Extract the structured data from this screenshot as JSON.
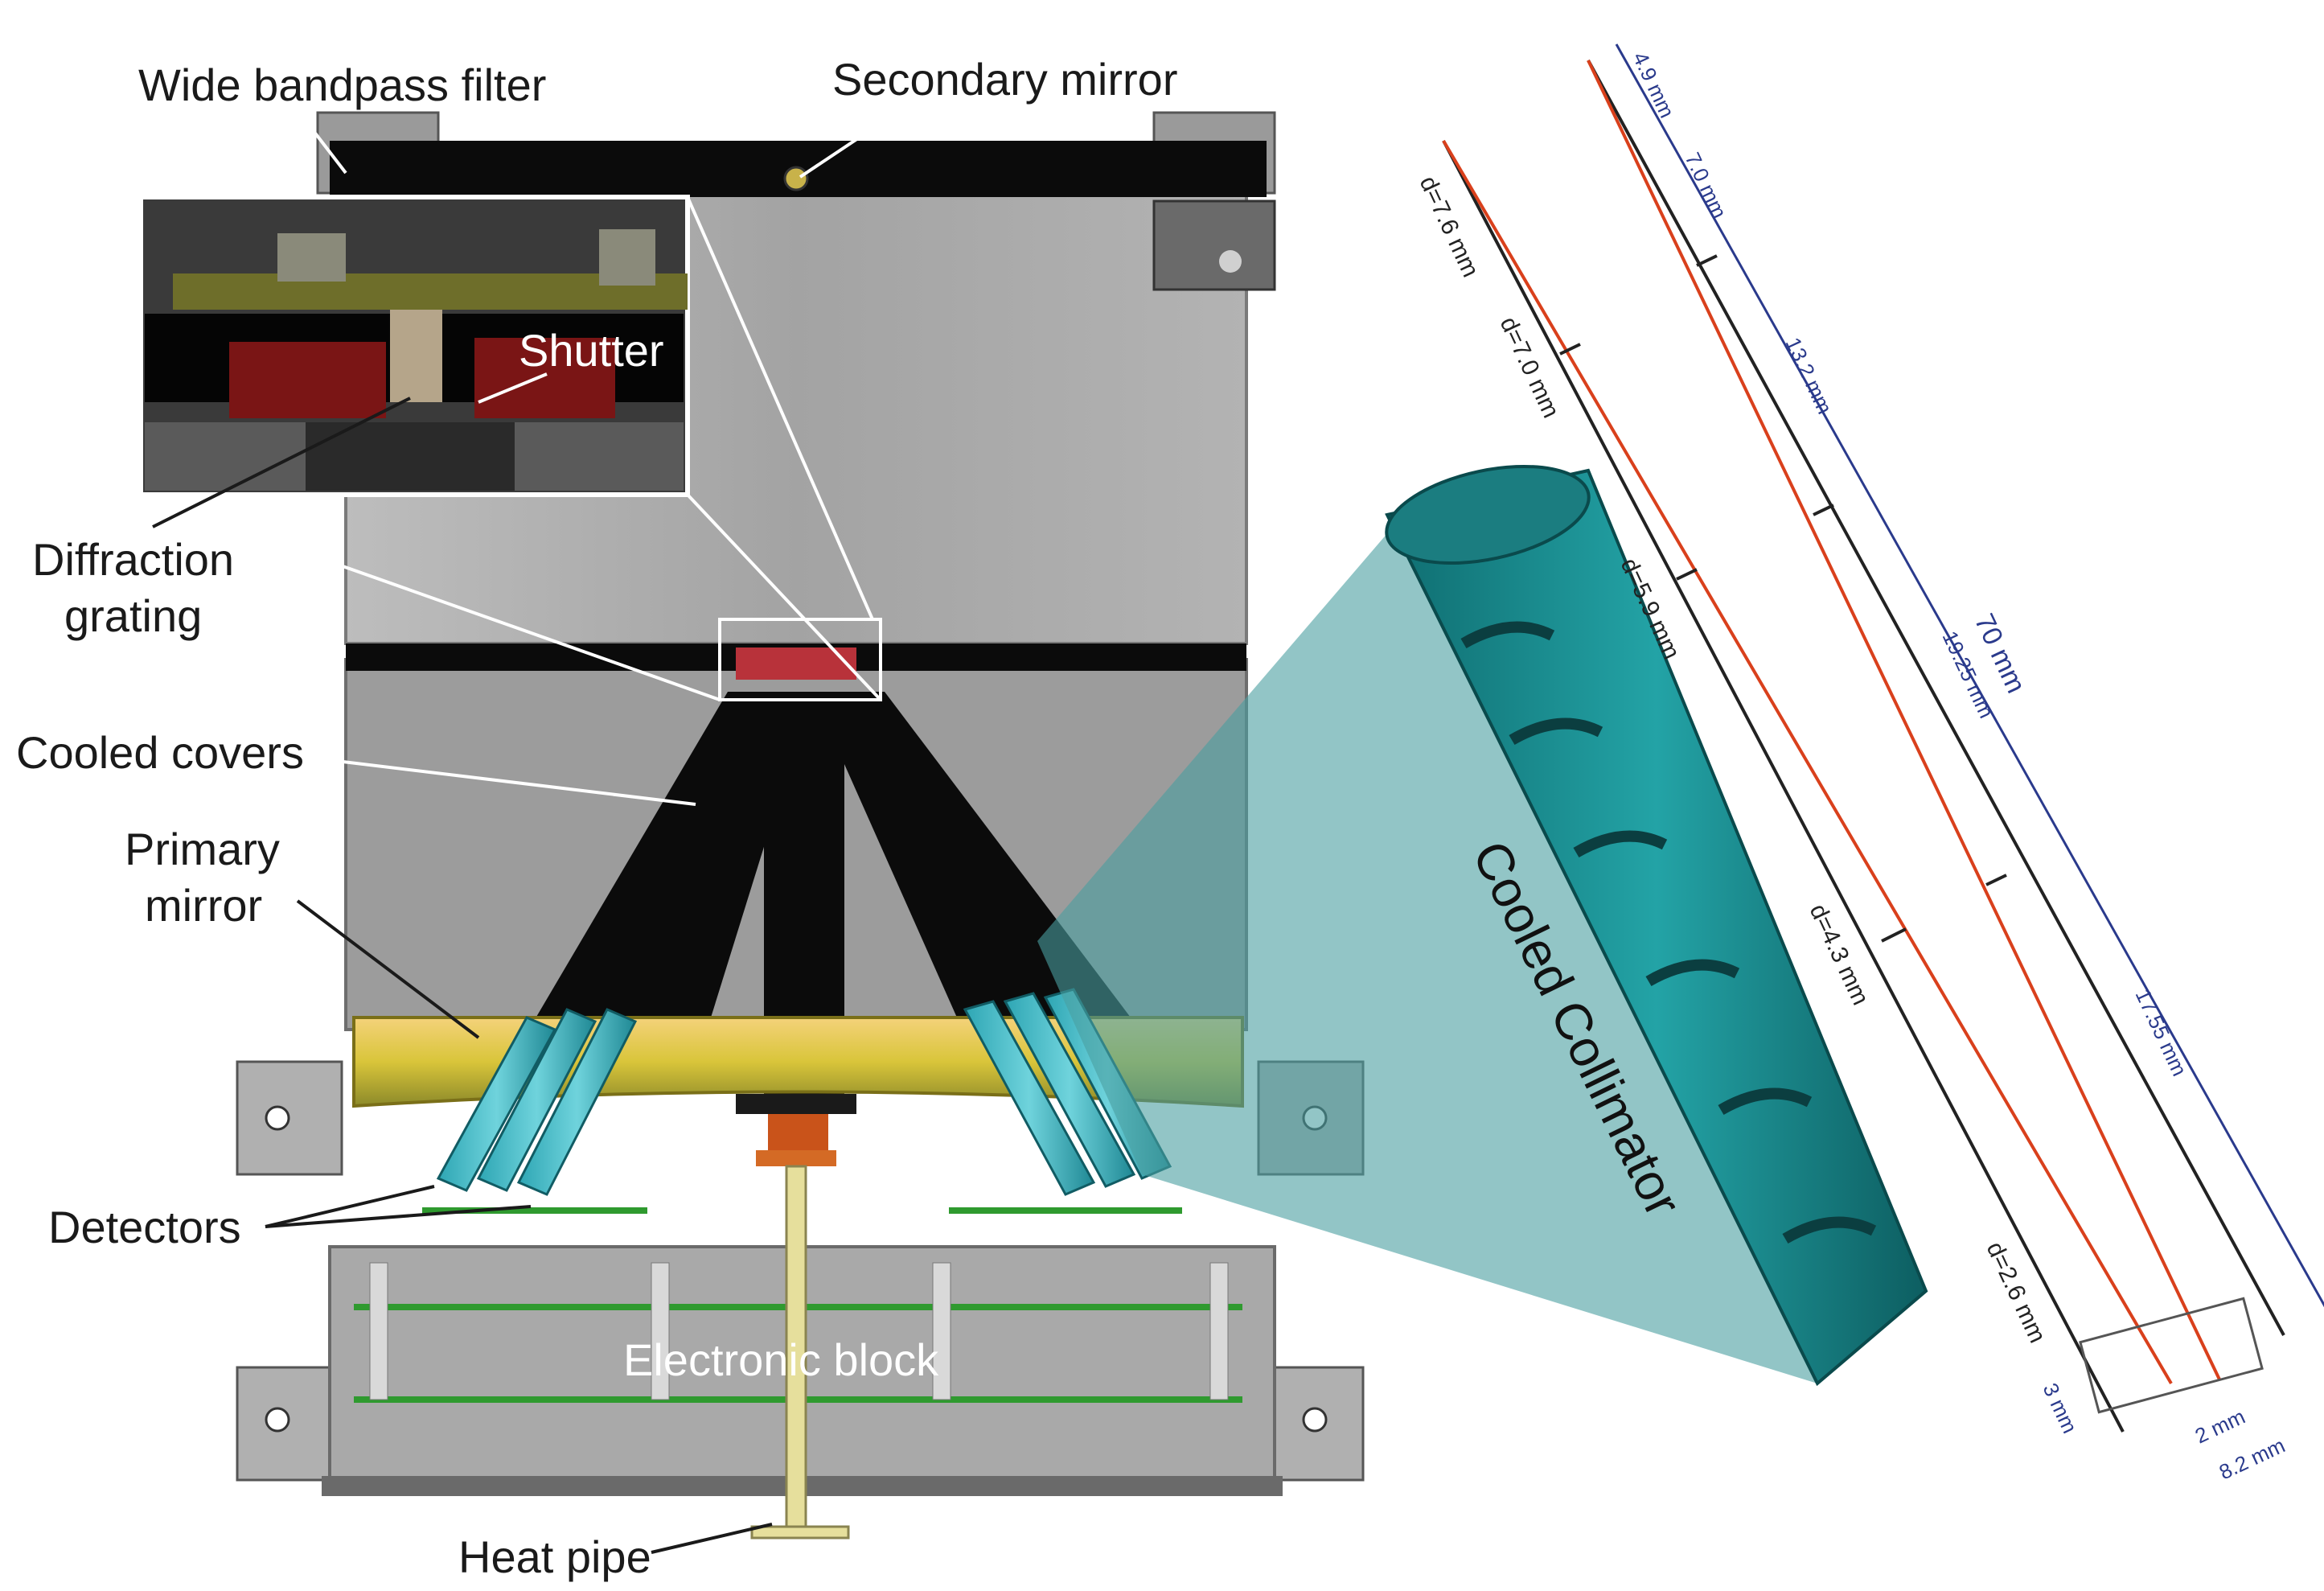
{
  "labels": {
    "wide_bandpass_filter": "Wide bandpass filter",
    "secondary_mirror": "Secondary mirror",
    "shutter": "Shutter",
    "diffraction_grating_line1": "Diffraction",
    "diffraction_grating_line2": "grating",
    "cooled_covers": "Cooled covers",
    "primary_mirror_line1": "Primary",
    "primary_mirror_line2": "mirror",
    "detectors": "Detectors",
    "electronic_block": "Electronic block",
    "heat_pipe": "Heat pipe",
    "cooled_collimator": "Cooled Collimator"
  },
  "dimensions": {
    "d1": "4.9 mm",
    "d2": "7.0 mm",
    "d3": "13.2 mm",
    "d4": "70 mm",
    "d5": "19.25 mm",
    "d6": "17.55 mm",
    "d7": "3 mm",
    "d8": "2 mm",
    "d9": "8.2 mm"
  },
  "diameters": {
    "a": "d=7.6 mm",
    "b": "d=7.0 mm",
    "c": "d=5.9 mm",
    "d": "d=4.3 mm",
    "e": "d=2.6 mm"
  },
  "colors": {
    "frame_black": "#0b0b0b",
    "body_gray": "#a7a7a7",
    "primary_mirror_yellow": "#d9c53a",
    "collimator_teal": "#1a8a8c",
    "cone_teal": "#4a9ea0",
    "pcb_green": "#2f9a2f",
    "ray_red": "#d9401c",
    "dim_blue": "#2a3a8c"
  }
}
